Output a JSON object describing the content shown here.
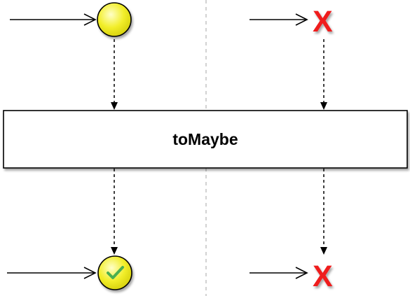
{
  "operator": {
    "label": "toMaybe"
  },
  "left_panel": {
    "input_item": "yellow-circle-icon",
    "output_item": "yellow-circle-checkmark-icon"
  },
  "right_panel": {
    "input_error": "X",
    "output_error": "X"
  },
  "colors": {
    "item_fill": "#f2ee2a",
    "item_stroke": "#000000",
    "check": "#4caf50",
    "error": "#ef1c1c",
    "divider": "#b3b3b3",
    "box_fill": "#ffffff",
    "box_stroke": "#000000"
  }
}
